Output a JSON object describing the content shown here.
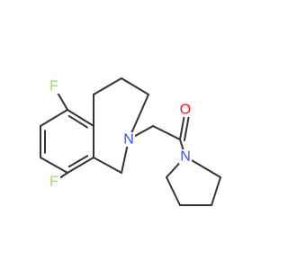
{
  "molecule": {
    "atoms": [
      {
        "id": "F1",
        "element": "F",
        "label": "F",
        "color": "#90e050"
      },
      {
        "id": "F2",
        "element": "F",
        "label": "F",
        "color": "#90e050"
      },
      {
        "id": "N1",
        "element": "N",
        "label": "N",
        "color": "#3050f8"
      },
      {
        "id": "N2",
        "element": "N",
        "label": "N",
        "color": "#3050f8"
      },
      {
        "id": "O1",
        "element": "O",
        "label": "O",
        "color": "#ff0d0d"
      }
    ],
    "bond_color": "#333333",
    "background": "#ffffff"
  }
}
